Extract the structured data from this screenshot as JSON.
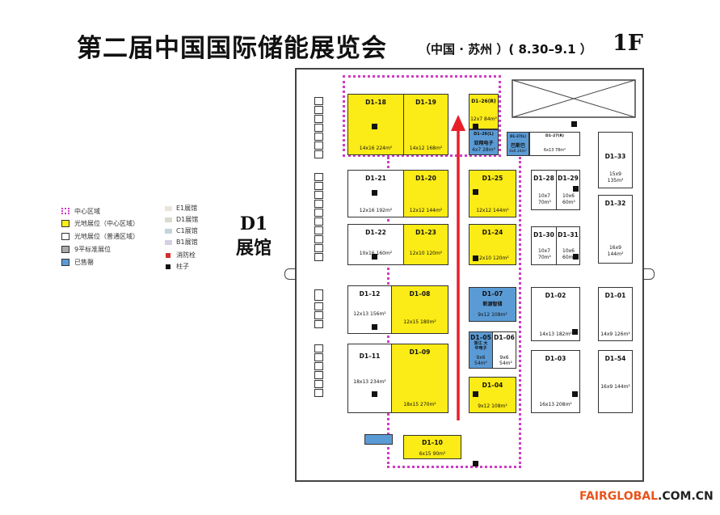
{
  "title": "第二届中国国际储能展览会",
  "subtitle": "（中国 · 苏州 ）( 8.30–9.1 ）",
  "floor": "1F",
  "hall": {
    "line1": "D1",
    "line2": "展馆"
  },
  "legend_left": [
    {
      "label": "中心区域",
      "kind": "dotted"
    },
    {
      "label": "光地展位（中心区域）",
      "kind": "yellow"
    },
    {
      "label": "光地展位（普通区域）",
      "kind": "white"
    },
    {
      "label": "9平标准展位",
      "kind": "gray"
    },
    {
      "label": "已售罄",
      "kind": "blue"
    }
  ],
  "legend_right": [
    {
      "label": "E1展馆",
      "color": "#ebe5dc"
    },
    {
      "label": "D1展馆",
      "color": "#d8dccd"
    },
    {
      "label": "C1展馆",
      "color": "#c4d4dc"
    },
    {
      "label": "B1展馆",
      "color": "#d6cfe3"
    },
    {
      "label": "消防栓",
      "color": "#d32f2f"
    },
    {
      "label": "柱子",
      "color": "#111111"
    }
  ],
  "colors": {
    "yellow": "#fbeb16",
    "blue": "#5b9bd5",
    "central_outline": "#d03bc4",
    "arrow": "#e8202a"
  },
  "booths": {
    "d1_18": {
      "id": "D1–18",
      "size": "14x16 224m²"
    },
    "d1_19": {
      "id": "D1–19",
      "size": "14x12 168m²"
    },
    "d1_26r": {
      "id": "D1–26(R)",
      "size": "12x7 84m²"
    },
    "d1_26l": {
      "id": "D1–26(L)",
      "name": "亚翔电子",
      "size": "4x7 28m²"
    },
    "d1_27l": {
      "id": "D1–27(L)",
      "name": "巴斯巴",
      "size": "4x6 24m²"
    },
    "d1_27r": {
      "id": "D1–27(R)",
      "size": "6x13 78m²"
    },
    "d1_33": {
      "id": "D1–33",
      "size": "15x9 135m²"
    },
    "d1_21": {
      "id": "D1–21",
      "size": "12x16 192m²"
    },
    "d1_20": {
      "id": "D1–20",
      "size": "12x12 144m²"
    },
    "d1_25": {
      "id": "D1–25",
      "size": "12x12 144m²"
    },
    "d1_28": {
      "id": "D1–28",
      "size": "10x7 70m²"
    },
    "d1_29": {
      "id": "D1–29",
      "size": "10x6 60m²"
    },
    "d1_32": {
      "id": "D1–32",
      "size": "16x9 144m²"
    },
    "d1_22": {
      "id": "D1–22",
      "size": "10x16 160m²"
    },
    "d1_23": {
      "id": "D1–23",
      "size": "12x10 120m²"
    },
    "d1_24": {
      "id": "D1–24",
      "size": "12x10 120m²"
    },
    "d1_30": {
      "id": "D1–30",
      "size": "10x7 70m²"
    },
    "d1_31": {
      "id": "D1–31",
      "size": "10x6 60m²"
    },
    "d1_12": {
      "id": "D1–12",
      "size": "12x13 156m²"
    },
    "d1_08": {
      "id": "D1–08",
      "size": "12x15 180m²"
    },
    "d1_07": {
      "id": "D1–07",
      "name": "新源智储",
      "size": "9x12 108m²"
    },
    "d1_02": {
      "id": "D1–02",
      "size": "14x13 182m²"
    },
    "d1_01": {
      "id": "D1–01",
      "size": "14x9 126m²"
    },
    "d1_05": {
      "id": "D1–05",
      "name": "浙江 大中电子",
      "size": "9x6 54m²"
    },
    "d1_06": {
      "id": "D1–06",
      "size": "9x6 54m²"
    },
    "d1_11": {
      "id": "D1–11",
      "size": "18x13 234m²"
    },
    "d1_09": {
      "id": "D1–09",
      "size": "18x15 270m²"
    },
    "d1_03": {
      "id": "D1–03",
      "size": "16x13 208m²"
    },
    "d1_54": {
      "id": "D1–54",
      "size": "16x9 144m²"
    },
    "d1_04": {
      "id": "D1–04",
      "size": "9x12 108m²"
    },
    "d1_10": {
      "id": "D1–10",
      "size": "6x15 90m²"
    }
  },
  "watermark": {
    "brand": "FAIRGLOBAL",
    "domain": ".COM.CN"
  }
}
